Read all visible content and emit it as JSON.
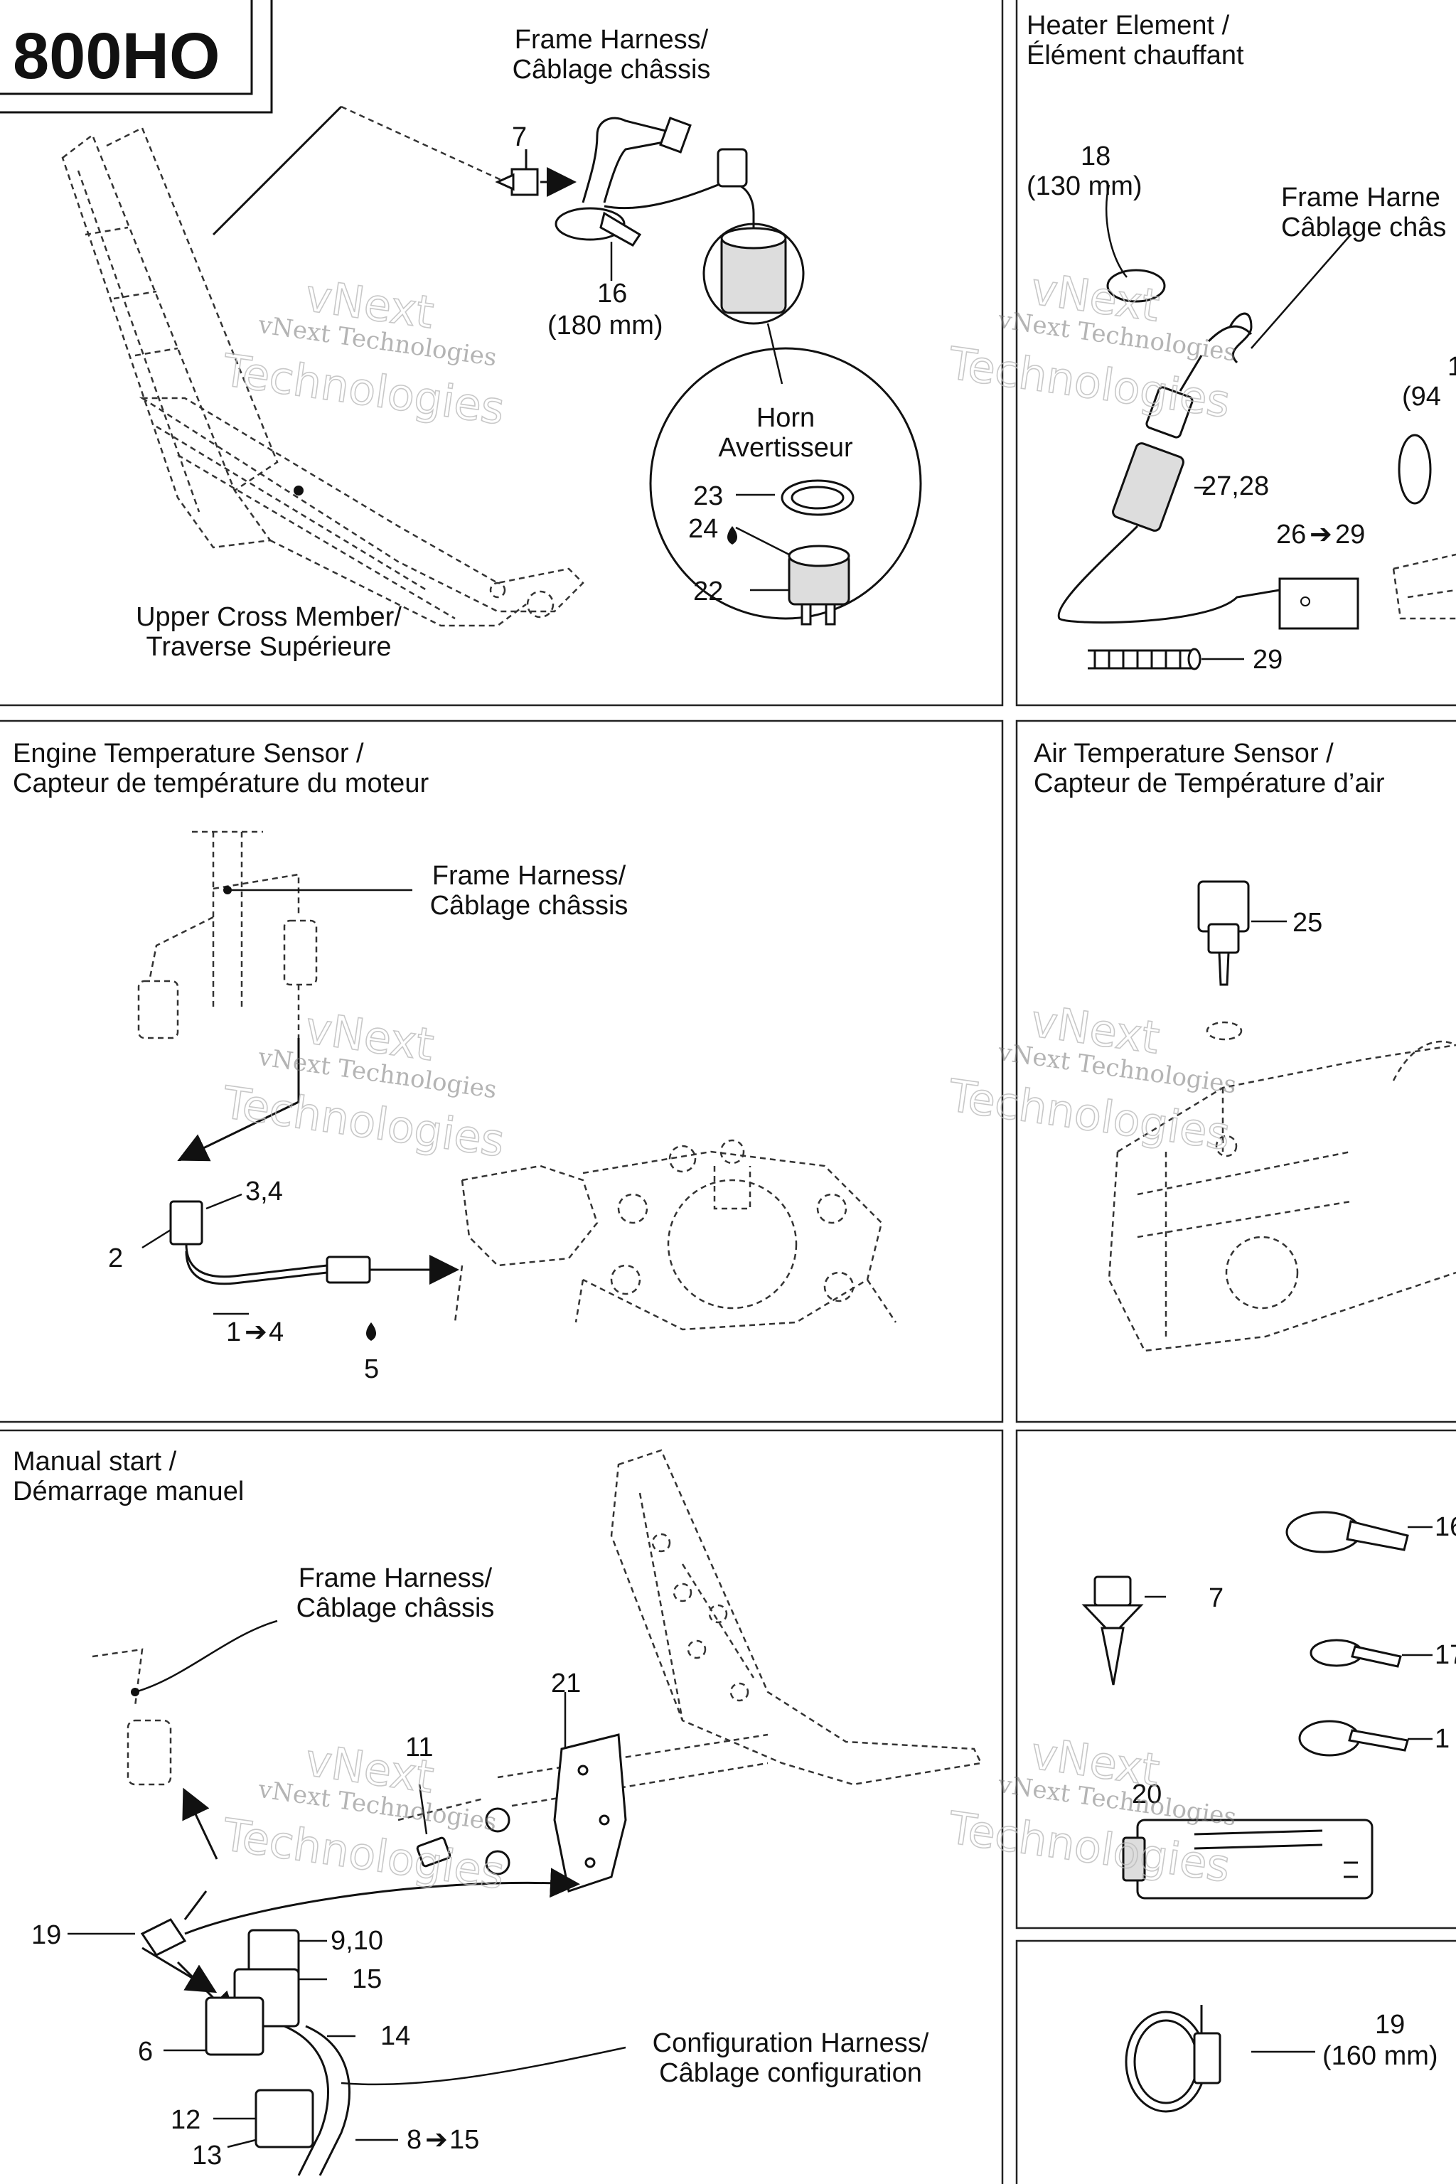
{
  "model_badge": "800HO",
  "watermark": {
    "line1": "vNext Technologies",
    "line2": "vNext",
    "line3": "Technologies"
  },
  "panels": {
    "horn": {
      "frame_harness": [
        "Frame Harness/",
        "Câblage châssis"
      ],
      "upper_cross_member": [
        "Upper Cross Member/",
        "Traverse Supérieure"
      ],
      "horn": [
        "Horn",
        "Avertisseur"
      ],
      "callouts": {
        "p7": "7",
        "p16": "16",
        "p16_size": "(180 mm)",
        "p23": "23",
        "p24": "24",
        "p22": "22"
      }
    },
    "heater": {
      "title": [
        "Heater Element /",
        "Élément chauffant"
      ],
      "frame_harness": [
        "Frame Harne",
        "Câblage châs"
      ],
      "callouts": {
        "p18": "18",
        "p18_size": "(130 mm)",
        "p2728": "27,28",
        "p26": "26",
        "p29": "29",
        "p29b": "29",
        "p94": "(94",
        "p1": "1"
      }
    },
    "engine_temp": {
      "title": [
        "Engine Temperature Sensor /",
        "Capteur de température du moteur"
      ],
      "frame_harness": [
        "Frame Harness/",
        "Câblage châssis"
      ],
      "callouts": {
        "p34": "3,4",
        "p2": "2",
        "p1": "1",
        "p4": "4",
        "p5": "5"
      }
    },
    "air_temp": {
      "title": [
        "Air Temperature Sensor /",
        "Capteur de Température d’air"
      ],
      "callouts": {
        "p25": "25"
      }
    },
    "manual_start": {
      "title": [
        "Manual start /",
        "Démarrage manuel"
      ],
      "frame_harness": [
        "Frame Harness/",
        "Câblage châssis"
      ],
      "config_harness": [
        "Configuration Harness/",
        "Câblage configuration"
      ],
      "callouts": {
        "p21": "21",
        "p11": "11",
        "p19": "19",
        "p910": "9,10",
        "p15": "15",
        "p14": "14",
        "p6": "6",
        "p12": "12",
        "p13": "13",
        "p8": "8",
        "p15b": "15"
      }
    },
    "hardware": {
      "callouts": {
        "p16": "16",
        "p7": "7",
        "p17": "17",
        "p1x": "1",
        "p20": "20"
      }
    },
    "clamp": {
      "callouts": {
        "p19": "19",
        "p19_size": "(160 mm)"
      }
    }
  }
}
